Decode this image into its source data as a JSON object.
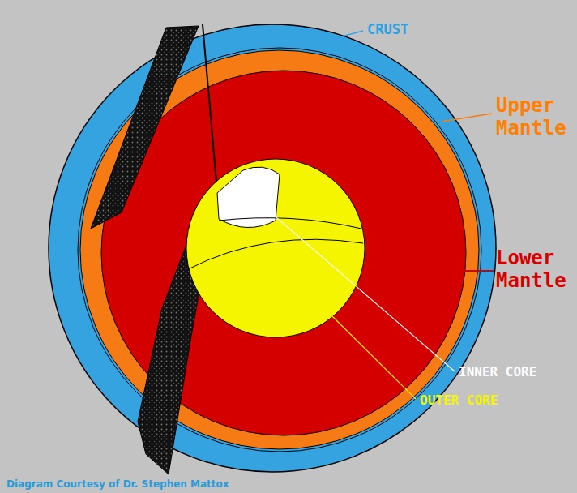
{
  "diagram": {
    "caption": "Diagram Courtesy of Dr. Stephen Mattox",
    "labels": [
      "CRUST",
      "Upper Mantle",
      "Lower Mantle",
      "INNER CORE",
      "OUTER CORE"
    ]
  }
}
